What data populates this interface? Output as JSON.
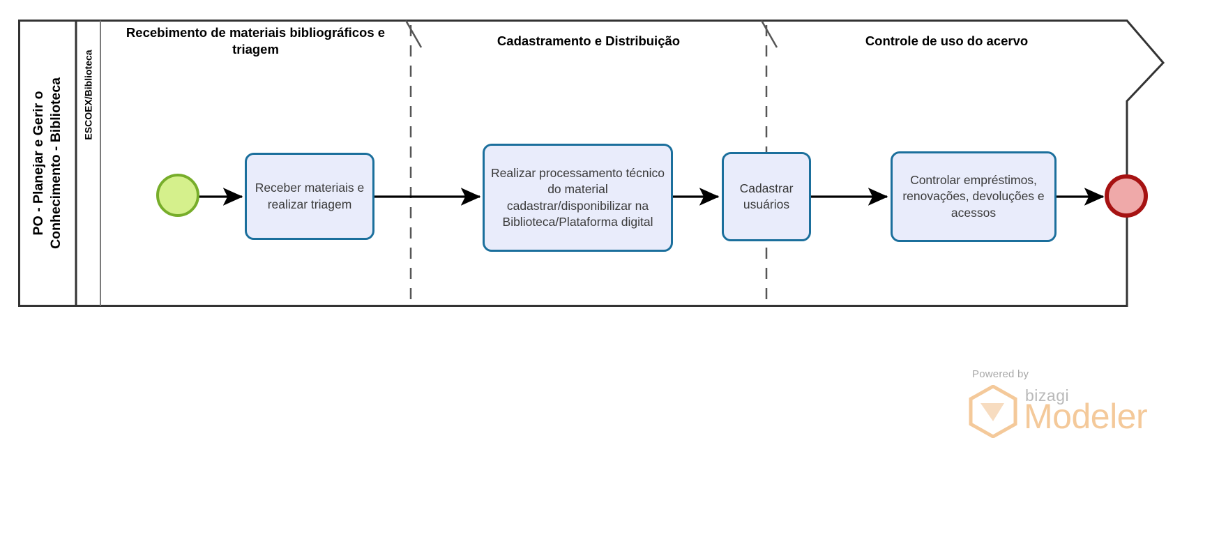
{
  "diagram": {
    "type": "bpmn-process",
    "pool": {
      "label": "PO - Planejar e Gerir o Conhecimento - Biblioteca",
      "label_line1": "PO - Planejar e Gerir o",
      "label_line2": "Conhecimento - Biblioteca"
    },
    "lanes": [
      {
        "label": "ESCOEX/Biblioteca"
      }
    ],
    "phases": [
      {
        "label": "Recebimento de materiais bibliográficos e triagem"
      },
      {
        "label": "Cadastramento e Distribuição"
      },
      {
        "label": "Controle de uso do acervo"
      }
    ],
    "events": [
      {
        "name": "start-event",
        "type": "start",
        "label": ""
      },
      {
        "name": "end-event",
        "type": "end",
        "label": ""
      }
    ],
    "tasks": [
      {
        "id": "task-1",
        "label": "Receber materiais e realizar triagem"
      },
      {
        "id": "task-2",
        "label": "Realizar processamento técnico do material cadastrar/disponibilizar na Biblioteca/Plataforma digital"
      },
      {
        "id": "task-3",
        "label": "Cadastrar usuários"
      },
      {
        "id": "task-4",
        "label": "Controlar empréstimos, renovações, devoluções e acessos"
      }
    ],
    "flows": [
      {
        "from": "start-event",
        "to": "task-1"
      },
      {
        "from": "task-1",
        "to": "task-2"
      },
      {
        "from": "task-2",
        "to": "task-3"
      },
      {
        "from": "task-3",
        "to": "task-4"
      },
      {
        "from": "task-4",
        "to": "end-event"
      }
    ],
    "colors": {
      "task_fill": "#e9ecfb",
      "task_border": "#1b6f9c",
      "start_fill": "#d5f08c",
      "start_border": "#77ad2a",
      "end_fill": "#efa9a9",
      "end_border": "#a61212",
      "pool_border": "#333333",
      "phase_divider": "#555555",
      "flow_line": "#000000"
    }
  },
  "branding": {
    "powered_by": "Powered by",
    "product_prefix": "bizagi",
    "product_name": "Modeler",
    "logo_color": "#f4c99a"
  }
}
